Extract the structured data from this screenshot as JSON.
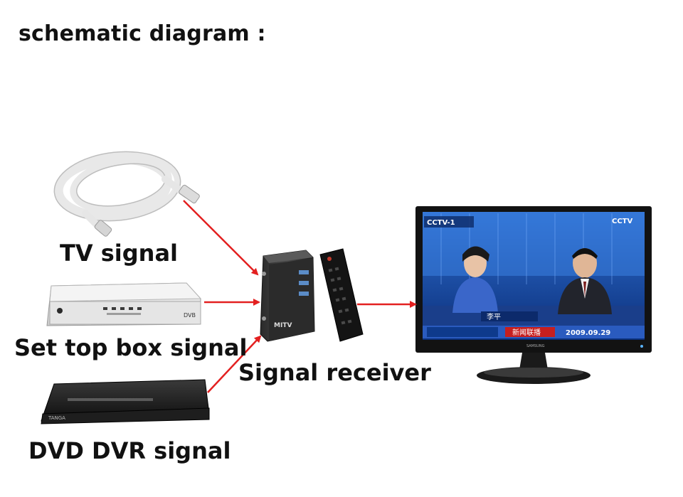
{
  "title": "schematic diagram :",
  "labels": {
    "tv_signal": "TV signal",
    "set_top_box_signal": "Set top box signal",
    "dvd_dvr_signal": "DVD DVR signal",
    "signal_receiver": "Signal receiver"
  },
  "devices": {
    "receiver_brand": "MITV",
    "dvd_brand": "TANGA",
    "stb_badge": "DVB",
    "monitor_brand": "SAMSUNG"
  },
  "screen": {
    "news_caption": "新闻联播",
    "name_text": "李平",
    "date": "2009.09.29",
    "channel_left": "CCTV-1",
    "channel_right": "CCTV"
  },
  "colors": {
    "arrow": "#e32020",
    "text": "#111111"
  }
}
